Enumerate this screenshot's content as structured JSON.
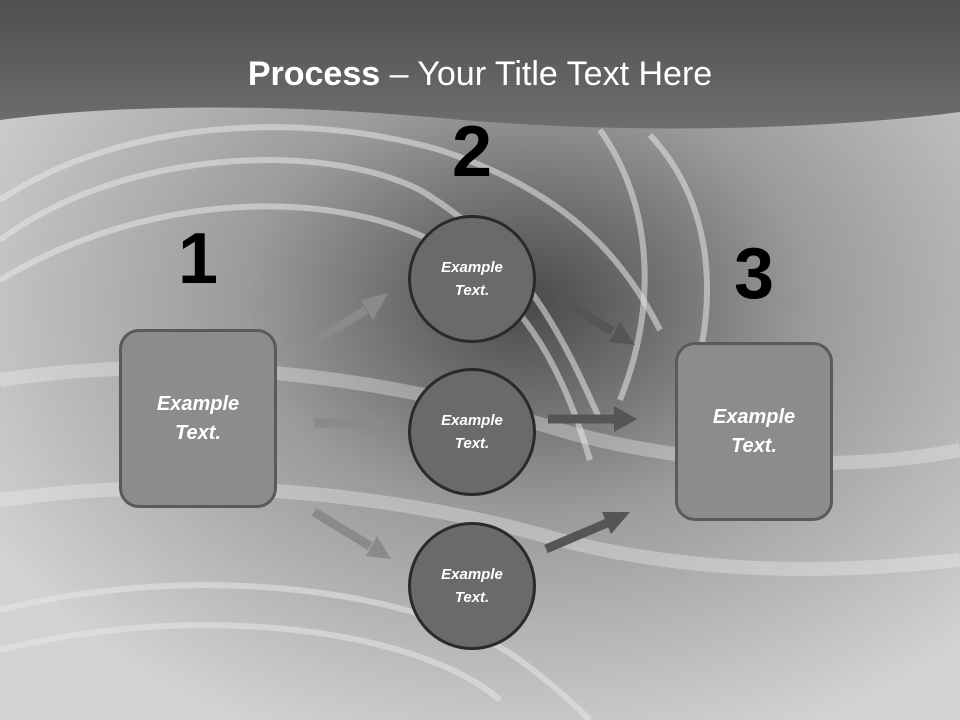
{
  "title": {
    "bold": "Process",
    "rest": " – Your Title Text Here"
  },
  "steps": {
    "one": "1",
    "two": "2",
    "three": "3"
  },
  "left_box": "Example Text.",
  "circles": [
    "Example Text.",
    "Example Text.",
    "Example Text."
  ],
  "right_box": "Example Text.",
  "colors": {
    "header_band": "#5e5e5e",
    "box_fill": "#8c8c8c",
    "circle_fill": "#6a6a6a",
    "arrow_light": "#8a8a8a",
    "arrow_dark": "#555555"
  }
}
